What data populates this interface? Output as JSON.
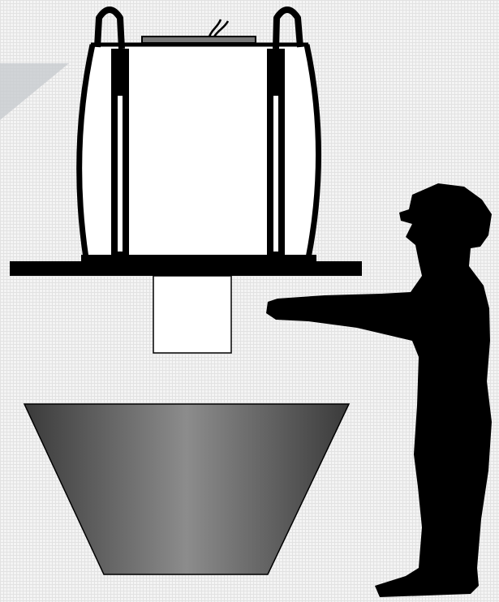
{
  "diagram": {
    "type": "illustration",
    "components": [
      "bulk-bag",
      "support-frame",
      "discharge-spout",
      "collection-hopper",
      "operator"
    ]
  },
  "colors": {
    "background": "#f4f4f4",
    "grid": "#e2e2e2",
    "background_shape": "#c8ccd0",
    "outline": "#000000",
    "bag_fill": "#ffffff",
    "hopper_dark": "#3a3a3a",
    "hopper_light": "#8c8c8c",
    "silhouette": "#000000"
  }
}
